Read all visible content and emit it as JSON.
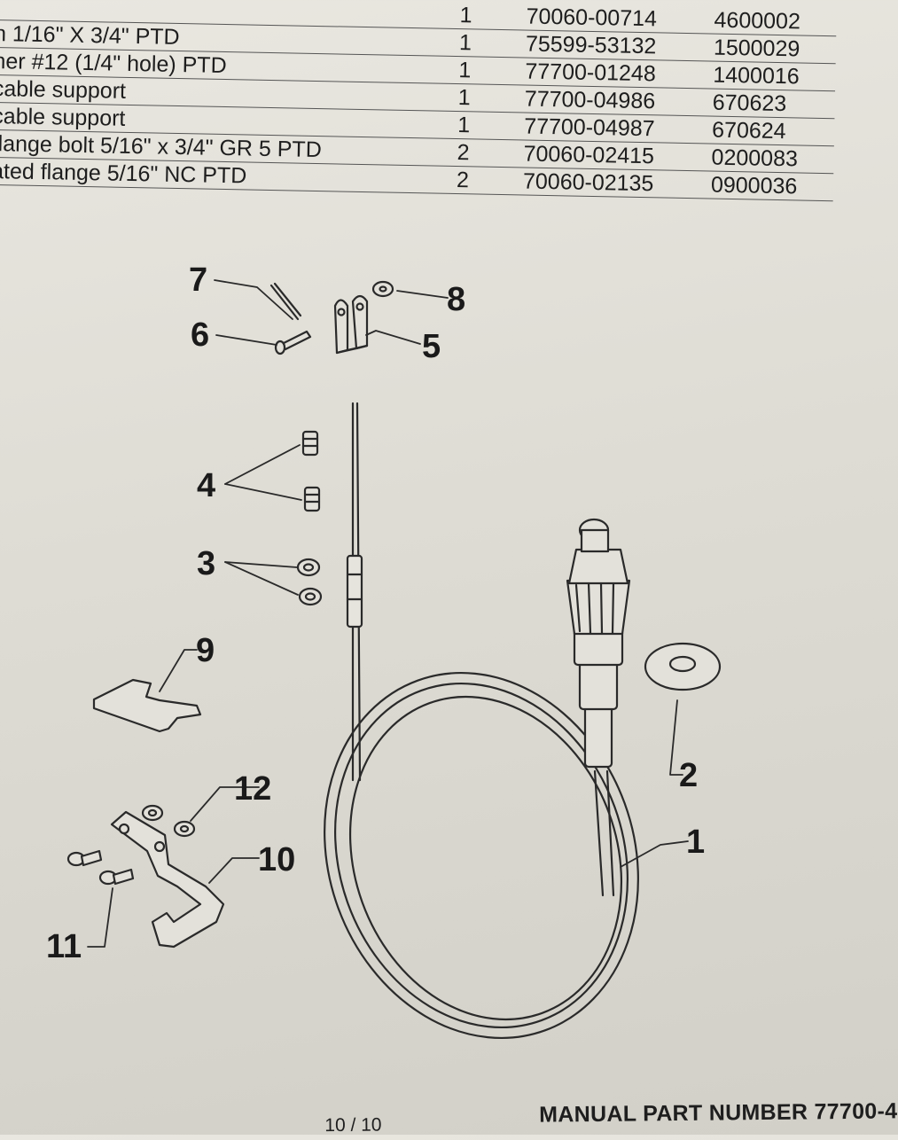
{
  "parts_table": {
    "rows": [
      {
        "desc": "",
        "qty": "1",
        "part": "70060-00714",
        "code": "4600002"
      },
      {
        "desc": "n 1/16\" X 3/4\"  PTD",
        "qty": "1",
        "part": "75599-53132",
        "code": "1500029"
      },
      {
        "desc": "her #12 (1/4\" hole)  PTD",
        "qty": "1",
        "part": "77700-01248",
        "code": "1400016"
      },
      {
        "desc": " cable support",
        "qty": "1",
        "part": "77700-04986",
        "code": "670623"
      },
      {
        "desc": " cable support",
        "qty": "1",
        "part": "77700-04987",
        "code": "670624"
      },
      {
        "desc": " flange bolt  5/16\" x 3/4\" GR 5  PTD",
        "qty": "2",
        "part": "70060-02415",
        "code": "0200083"
      },
      {
        "desc": "ated flange 5/16\" NC PTD",
        "qty": "2",
        "part": "70060-02135",
        "code": "0900036"
      }
    ]
  },
  "diagram": {
    "callouts": [
      {
        "id": "1",
        "label": "1"
      },
      {
        "id": "2",
        "label": "2"
      },
      {
        "id": "3",
        "label": "3"
      },
      {
        "id": "4",
        "label": "4"
      },
      {
        "id": "5",
        "label": "5"
      },
      {
        "id": "6",
        "label": "6"
      },
      {
        "id": "7",
        "label": "7"
      },
      {
        "id": "8",
        "label": "8"
      },
      {
        "id": "9",
        "label": "9"
      },
      {
        "id": "10",
        "label": "10"
      },
      {
        "id": "11",
        "label": "11"
      },
      {
        "id": "12",
        "label": "12"
      }
    ]
  },
  "footer": {
    "page": "10 / 10",
    "manual_part_number": "MANUAL PART NUMBER 77700-4"
  }
}
